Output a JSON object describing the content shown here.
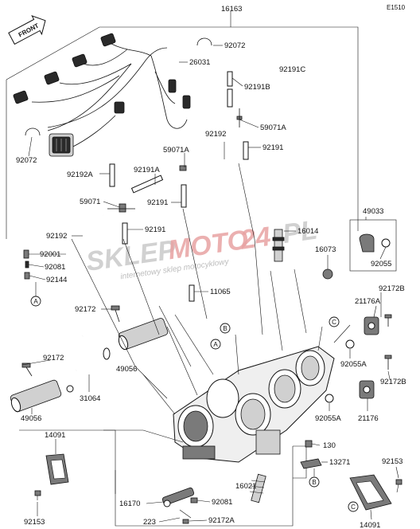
{
  "header": {
    "code": "E1510",
    "front": "FRONT"
  },
  "watermark": {
    "brand_a": "SKLEP",
    "brand_b": "MOTO",
    "brand_c": "24",
    "brand_d": ".PL",
    "tagline": "internetowy sklep motocyklowy"
  },
  "labels": {
    "p16163": "16163",
    "p92072a": "92072",
    "p26031": "26031",
    "p92191c": "92191C",
    "p92191b": "92191B",
    "p59071a1": "59071A",
    "p92192a": "92192",
    "p92191a1": "92191",
    "p92072b": "92072",
    "p59071a2": "59071A",
    "p92192a2": "92192A",
    "p92191a": "92191A",
    "p59071": "59071",
    "p92191b2": "92191",
    "p92192b": "92192",
    "p92191c2": "92191",
    "p16014": "16014",
    "p49033": "49033",
    "p92001": "92001",
    "p92081a": "92081",
    "p92144": "92144",
    "p16073": "16073",
    "p92055": "92055",
    "p11065": "11065",
    "p92172a": "92172",
    "p92172b": "92172B",
    "p21176a": "21176A",
    "p49056a": "49056",
    "p92172c": "92172",
    "p31064": "31064",
    "p92055a1": "92055A",
    "p92172b2": "92172B",
    "p49056b": "49056",
    "p92055a2": "92055A",
    "p21176": "21176",
    "p14091a": "14091",
    "p130": "130",
    "p13271": "13271",
    "p92153a": "92153",
    "p16021": "16021",
    "p16170": "16170",
    "p92081b": "92081",
    "p92153b": "92153",
    "p223": "223",
    "p92172a2": "92172A",
    "p14091b": "14091"
  },
  "refs": {
    "a": "A",
    "b": "B",
    "c": "C"
  }
}
